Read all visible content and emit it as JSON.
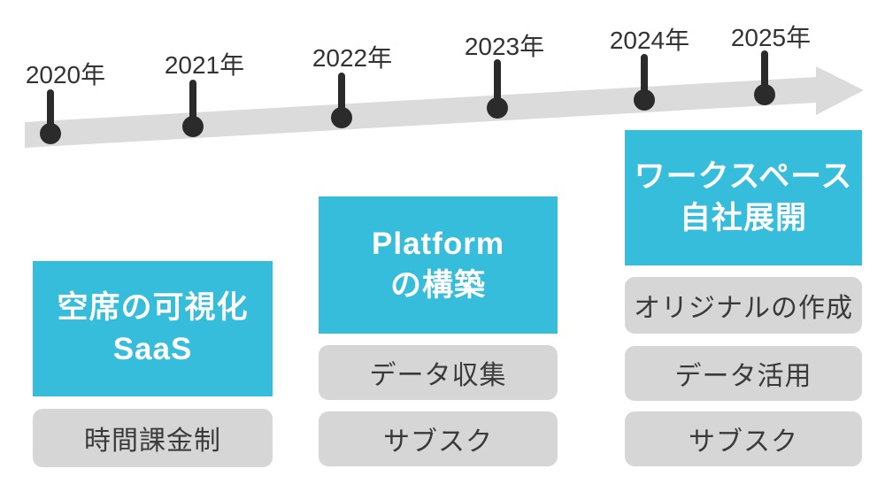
{
  "colors": {
    "accent_cyan": "#35bddb",
    "arrow_band_gray": "#dbdbdb",
    "item_box_gray": "#d6d6d6",
    "marker_black": "#2b2b2b",
    "label_dark": "#333333"
  },
  "timeline": {
    "years": [
      {
        "label": "2020年"
      },
      {
        "label": "2021年"
      },
      {
        "label": "2022年"
      },
      {
        "label": "2023年"
      },
      {
        "label": "2024年"
      },
      {
        "label": "2025年"
      }
    ]
  },
  "columns": [
    {
      "title_line1": "空席の可視化",
      "title_line2": "SaaS",
      "items": [
        {
          "label": "時間課金制"
        }
      ]
    },
    {
      "title_line1": "Platform",
      "title_line2": "の構築",
      "items": [
        {
          "label": "データ収集"
        },
        {
          "label": "サブスク"
        }
      ]
    },
    {
      "title_line1": "ワークスペース",
      "title_line2": "自社展開",
      "items": [
        {
          "label": "オリジナルの作成"
        },
        {
          "label": "データ活用"
        },
        {
          "label": "サブスク"
        }
      ]
    }
  ]
}
